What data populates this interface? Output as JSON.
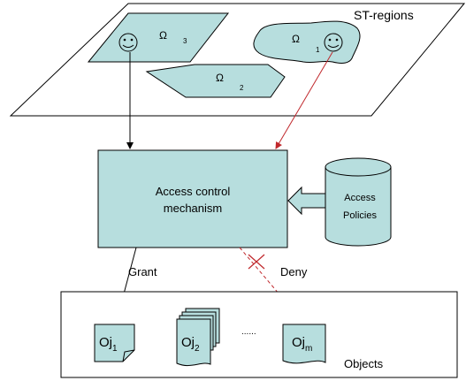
{
  "st_regions": {
    "label": "ST-regions",
    "regions": [
      {
        "symbol": "Ω",
        "index": "3"
      },
      {
        "symbol": "Ω",
        "index": "1"
      },
      {
        "symbol": "Ω",
        "index": "2"
      }
    ]
  },
  "mechanism": {
    "line1": "Access control",
    "line2": "mechanism"
  },
  "policies": {
    "line1": "Access",
    "line2": "Policies"
  },
  "edges": {
    "grant": "Grant",
    "deny": "Deny"
  },
  "objects": {
    "label": "Objects",
    "ellipsis": "......",
    "items": [
      {
        "base": "Oj",
        "sub": "1"
      },
      {
        "base": "Oj",
        "sub": "2"
      },
      {
        "base": "Oj",
        "sub": "m"
      }
    ]
  },
  "colors": {
    "fill": "#b7dede",
    "stroke": "#000000",
    "deny": "#c0282c"
  }
}
